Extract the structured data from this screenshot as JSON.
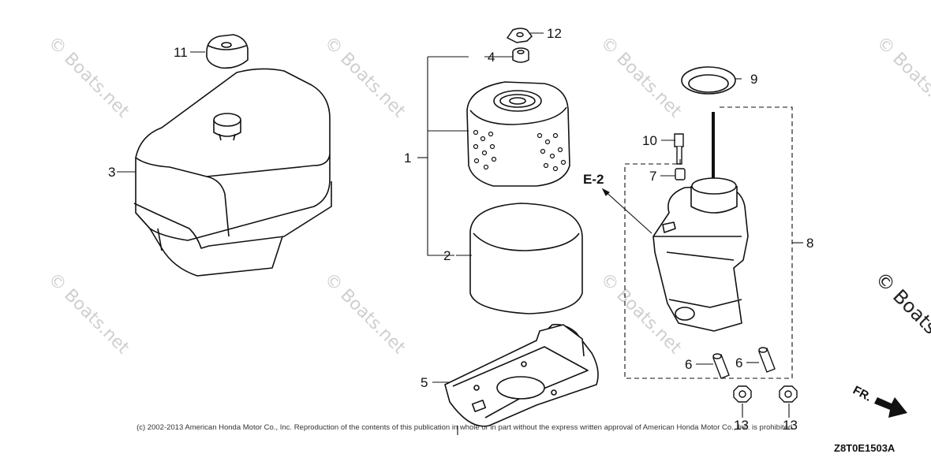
{
  "watermark": "© Boats.net",
  "callouts": {
    "p1": "1",
    "p2": "2",
    "p3": "3",
    "p4": "4",
    "p5": "5",
    "p6a": "6",
    "p6b": "6",
    "p7": "7",
    "p8": "8",
    "p9": "9",
    "p10": "10",
    "p11": "11",
    "p12": "12",
    "p13a": "13",
    "p13b": "13"
  },
  "reference": "E-2",
  "direction": "FR.",
  "copyright": "(c) 2002-2013 American Honda Motor Co., Inc. Reproduction of the contents of this publication in whole or in part without the express written approval of American Honda Motor Co., Inc. is prohibited.",
  "diagram_code": "Z8T0E1503A"
}
